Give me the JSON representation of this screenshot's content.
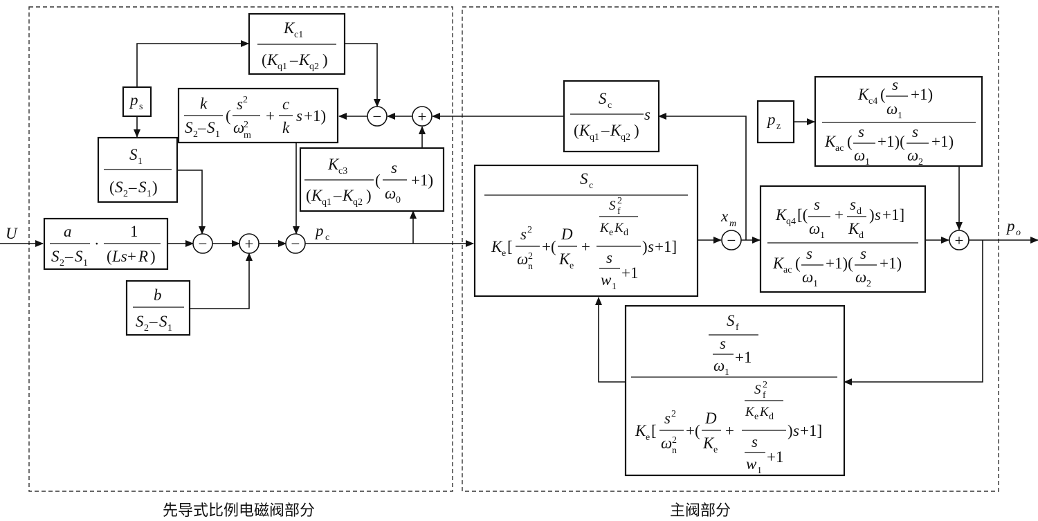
{
  "sections": {
    "pilot_label": "先导式比例电磁阀部分",
    "main_label": "主阀部分"
  },
  "signals": {
    "input": "U",
    "pc": "p",
    "pc_sub": "c",
    "ps": "p",
    "ps_sub": "s",
    "pz": "p",
    "pz_sub": "z",
    "xm": "x",
    "xm_sub": "m",
    "output": "p",
    "output_sub": "o"
  },
  "summing_signs": {
    "minus": "−",
    "plus": "+"
  }
}
